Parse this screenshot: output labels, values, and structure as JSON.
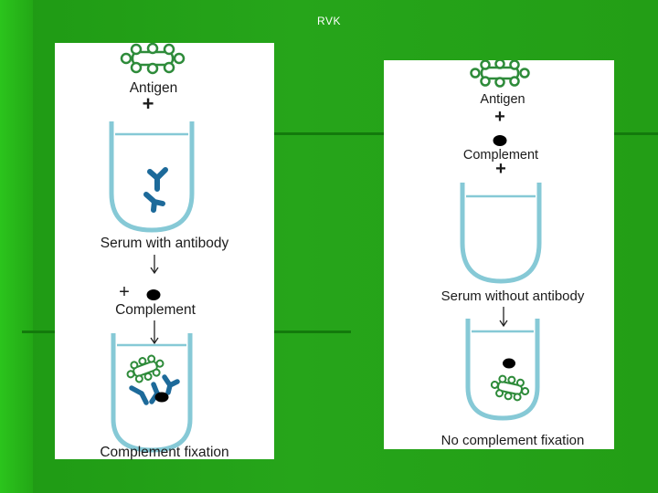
{
  "header": {
    "text": "RVK"
  },
  "left_panel": {
    "antigen_label": "Antigen",
    "plus_1": "+",
    "serum_label": "Serum with antibody",
    "plus_2": "+",
    "complement_label": "Complement",
    "result_label": "Complement fixation"
  },
  "right_panel": {
    "antigen_label": "Antigen",
    "plus_1": "+",
    "complement_label": "Complement",
    "plus_2": "+",
    "serum_label": "Serum without antibody",
    "result_label": "No complement fixation"
  },
  "colors": {
    "background": "#22a017",
    "tube": "#86c9d6",
    "antigen": "#2e8b3a",
    "antibody": "#1d6a9a",
    "complement": "#000000"
  }
}
